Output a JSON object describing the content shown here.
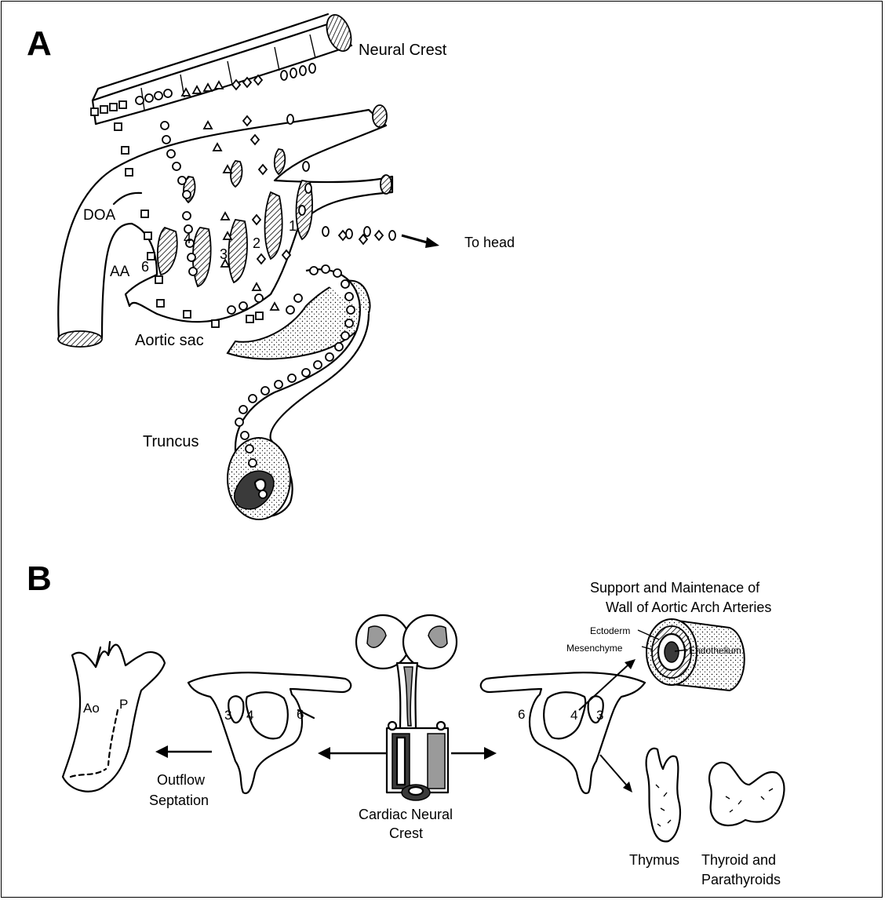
{
  "panel_a": {
    "letter": "A",
    "labels": {
      "neural_crest": "Neural Crest",
      "doa": "DOA",
      "aa": "AA",
      "arch_6": "6",
      "arch_4": "4",
      "arch_3": "3",
      "arch_2": "2",
      "arch_1": "1",
      "to_head": "To head",
      "aortic_sac": "Aortic sac",
      "truncus": "Truncus"
    }
  },
  "panel_b": {
    "letter": "B",
    "labels": {
      "ao": "Ao",
      "p": "P",
      "outflow_line1": "Outflow",
      "outflow_line2": "Septation",
      "left_arch_3": "3",
      "left_arch_4": "4",
      "left_arch_6": "6",
      "cardiac_line1": "Cardiac Neural",
      "cardiac_line2": "Crest",
      "right_arch_6": "6",
      "right_arch_4": "4",
      "right_arch_3": "3",
      "support_line1": "Support and Maintenace of",
      "support_line2": "Wall of Aortic Arch Arteries",
      "ectoderm": "Ectoderm",
      "mesenchyme": "Mesenchyme",
      "endothelium": "Endothelium",
      "thymus": "Thymus",
      "thyroid_line1": "Thyroid and",
      "thyroid_line2": "Parathyroids"
    }
  }
}
